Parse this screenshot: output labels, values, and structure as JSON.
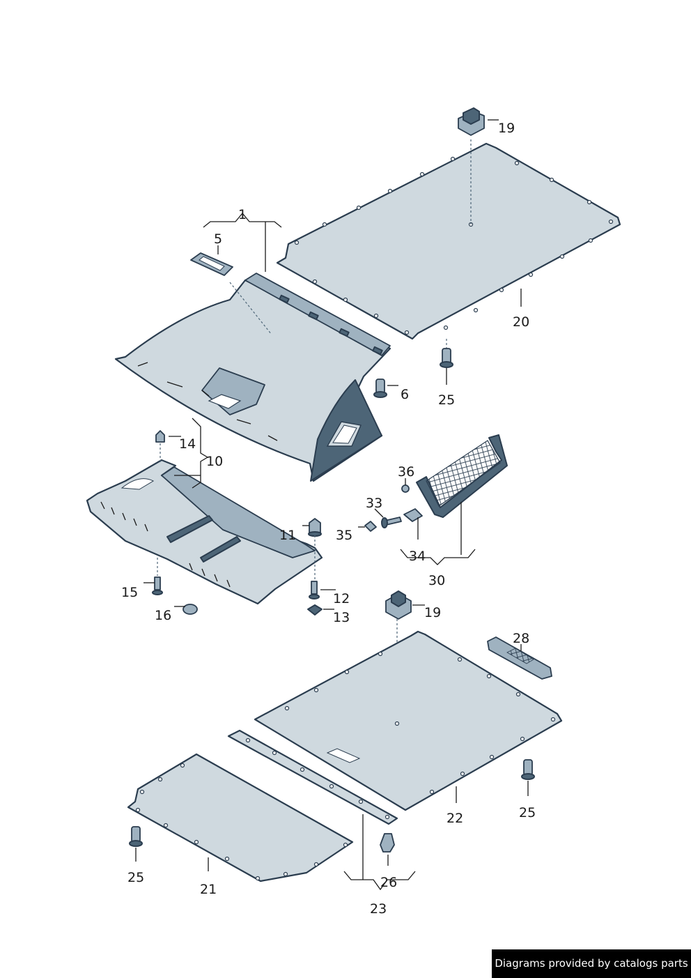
{
  "callouts": {
    "c1": "1",
    "c5": "5",
    "c6": "6",
    "c10": "10",
    "c11": "11",
    "c12": "12",
    "c13": "13",
    "c14": "14",
    "c15": "15",
    "c16": "16",
    "c19a": "19",
    "c19b": "19",
    "c20": "20",
    "c21": "21",
    "c22": "22",
    "c23": "23",
    "c25a": "25",
    "c25b": "25",
    "c25c": "25",
    "c26": "26",
    "c28": "28",
    "c30": "30",
    "c33": "33",
    "c34": "34",
    "c35": "35",
    "c36": "36"
  },
  "watermark": "Diagrams provided by catalogs parts",
  "colors": {
    "outline": "#2b3d4f",
    "panel": "#cfd9df",
    "dark": "#4d6577"
  }
}
